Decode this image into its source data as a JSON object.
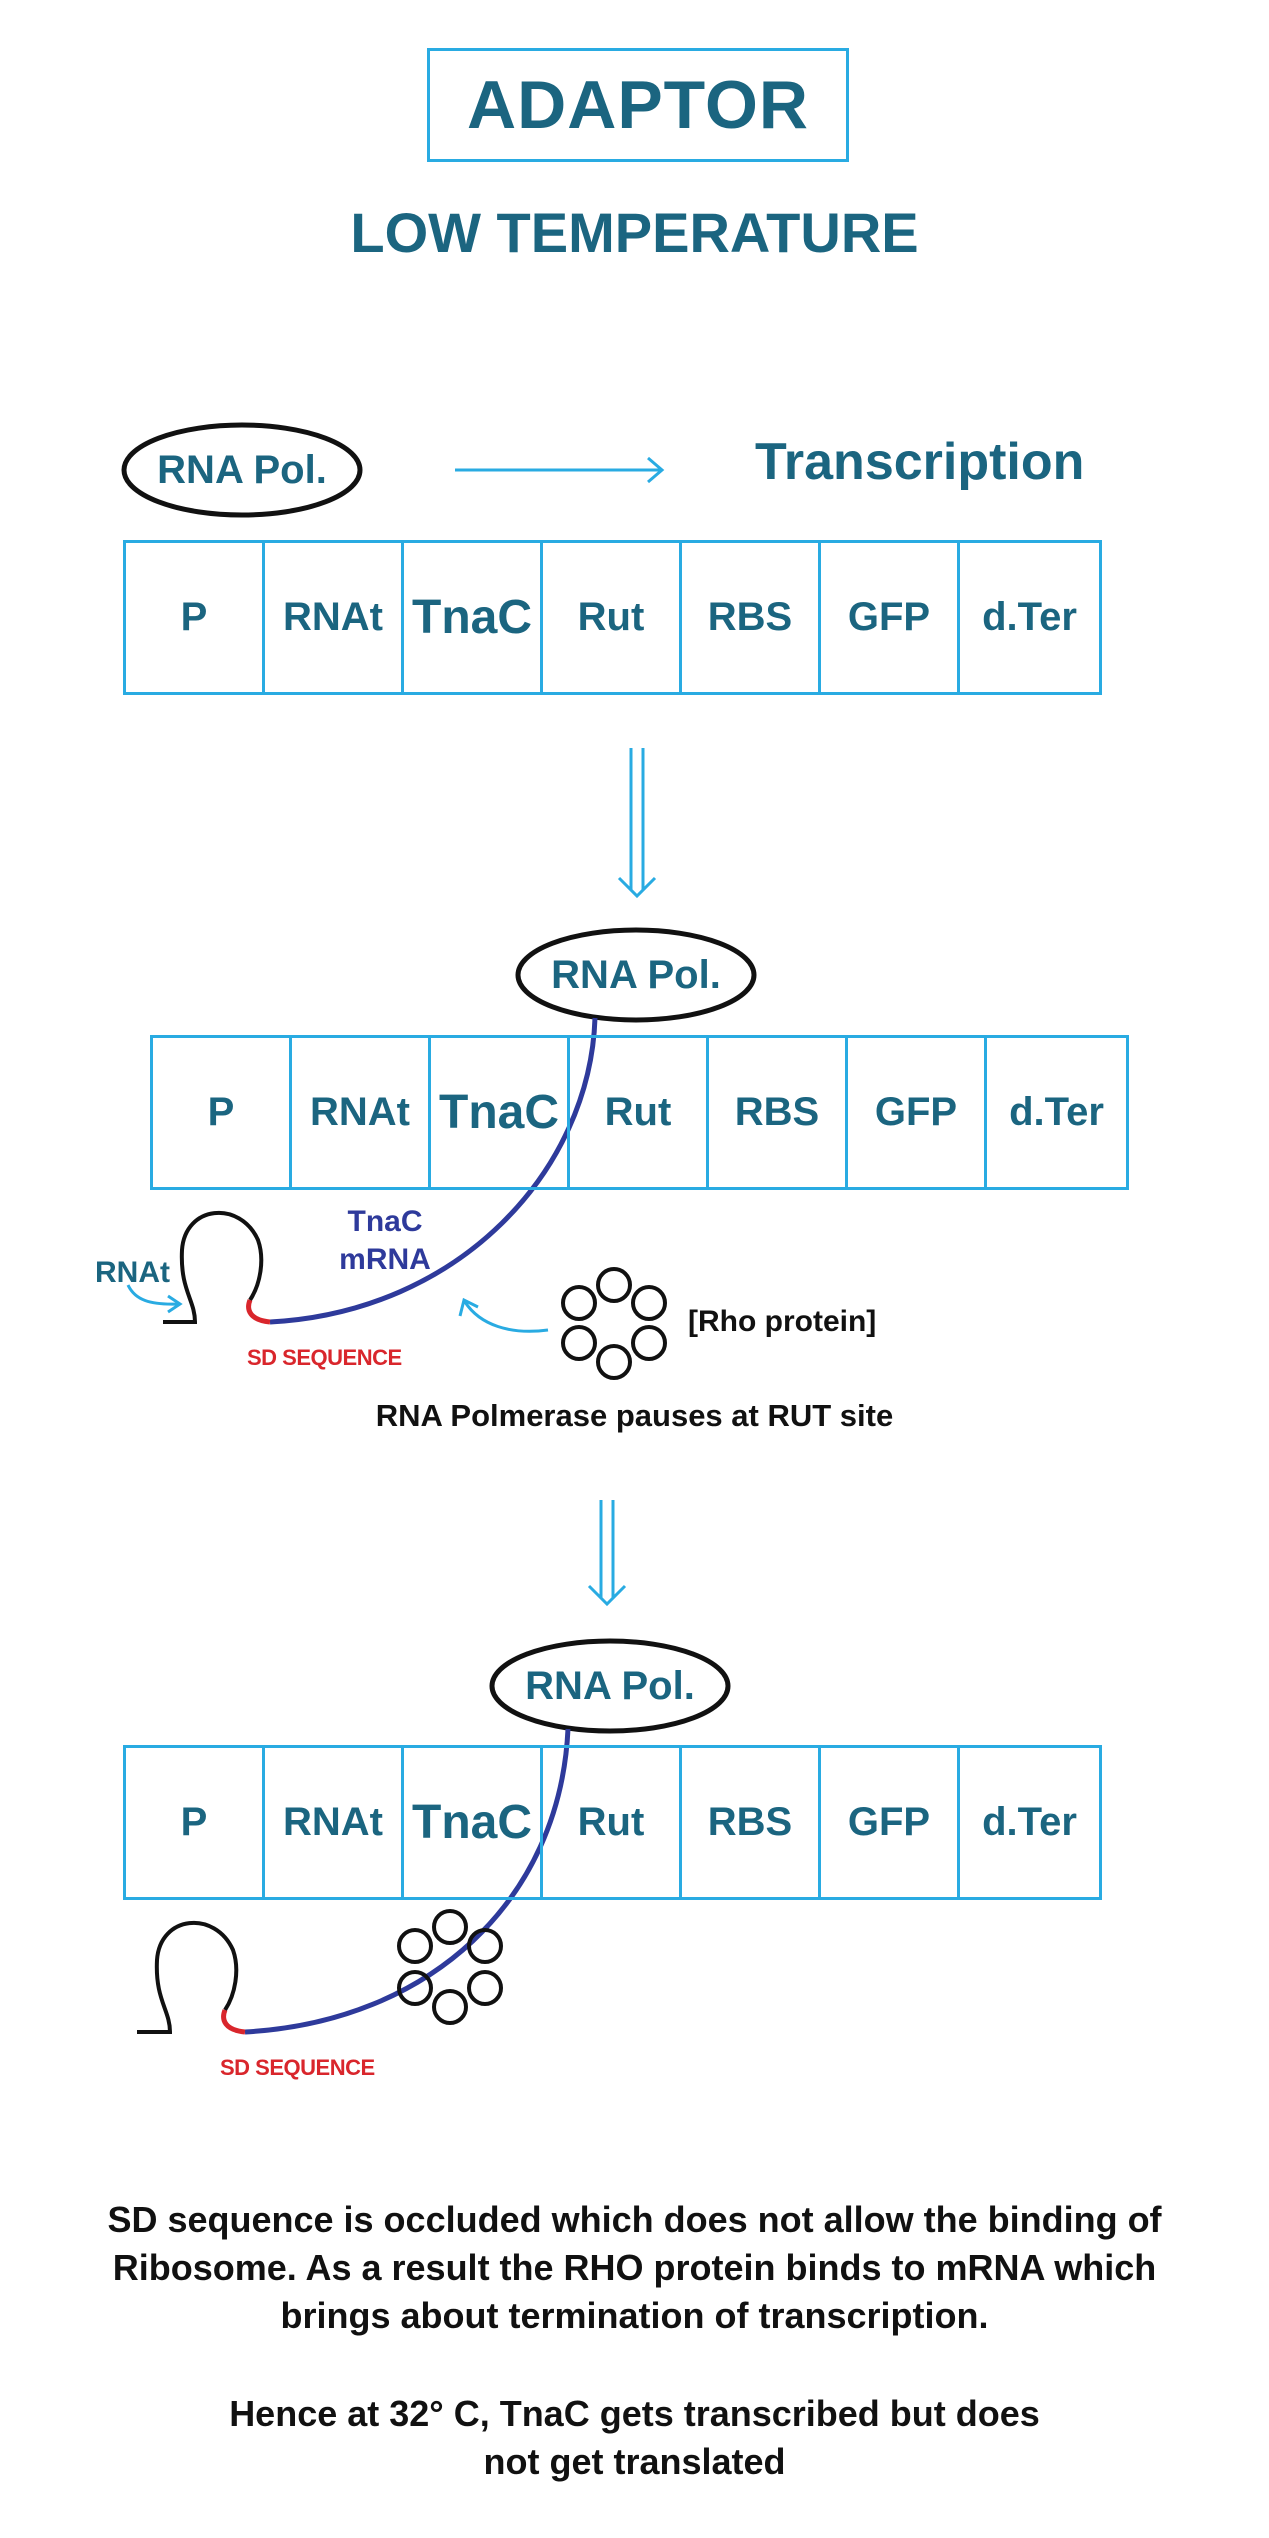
{
  "title": "ADAPTOR",
  "subtitle": "LOW TEMPERATURE",
  "transcription_label": "Transcription",
  "rna_pol_label": "RNA Pol.",
  "gene_cells": [
    "P",
    "RNAt",
    "TnaC",
    "Rut",
    "RBS",
    "GFP",
    "d.Ter"
  ],
  "stage2": {
    "rnat_label": "RNAt",
    "tnac_mrna_line1": "TnaC",
    "tnac_mrna_line2": "mRNA",
    "sd_label": "SD SEQUENCE",
    "rho_label": "[Rho protein]",
    "caption": "RNA Polmerase pauses at RUT site"
  },
  "stage3": {
    "sd_label": "SD SEQUENCE"
  },
  "conclusion": {
    "line1": "SD sequence is occluded which does not allow the binding of",
    "line2": "Ribosome. As a result the RHO protein binds to mRNA which",
    "line3": "brings about termination of transcription.",
    "line4": "Hence at 32° C, TnaC gets transcribed but does",
    "line5": "not get translated"
  },
  "colors": {
    "teal_text": "#1b6580",
    "cyan_line": "#29abe2",
    "mrna_blue": "#2e3a9b",
    "sd_red": "#d9262c"
  }
}
